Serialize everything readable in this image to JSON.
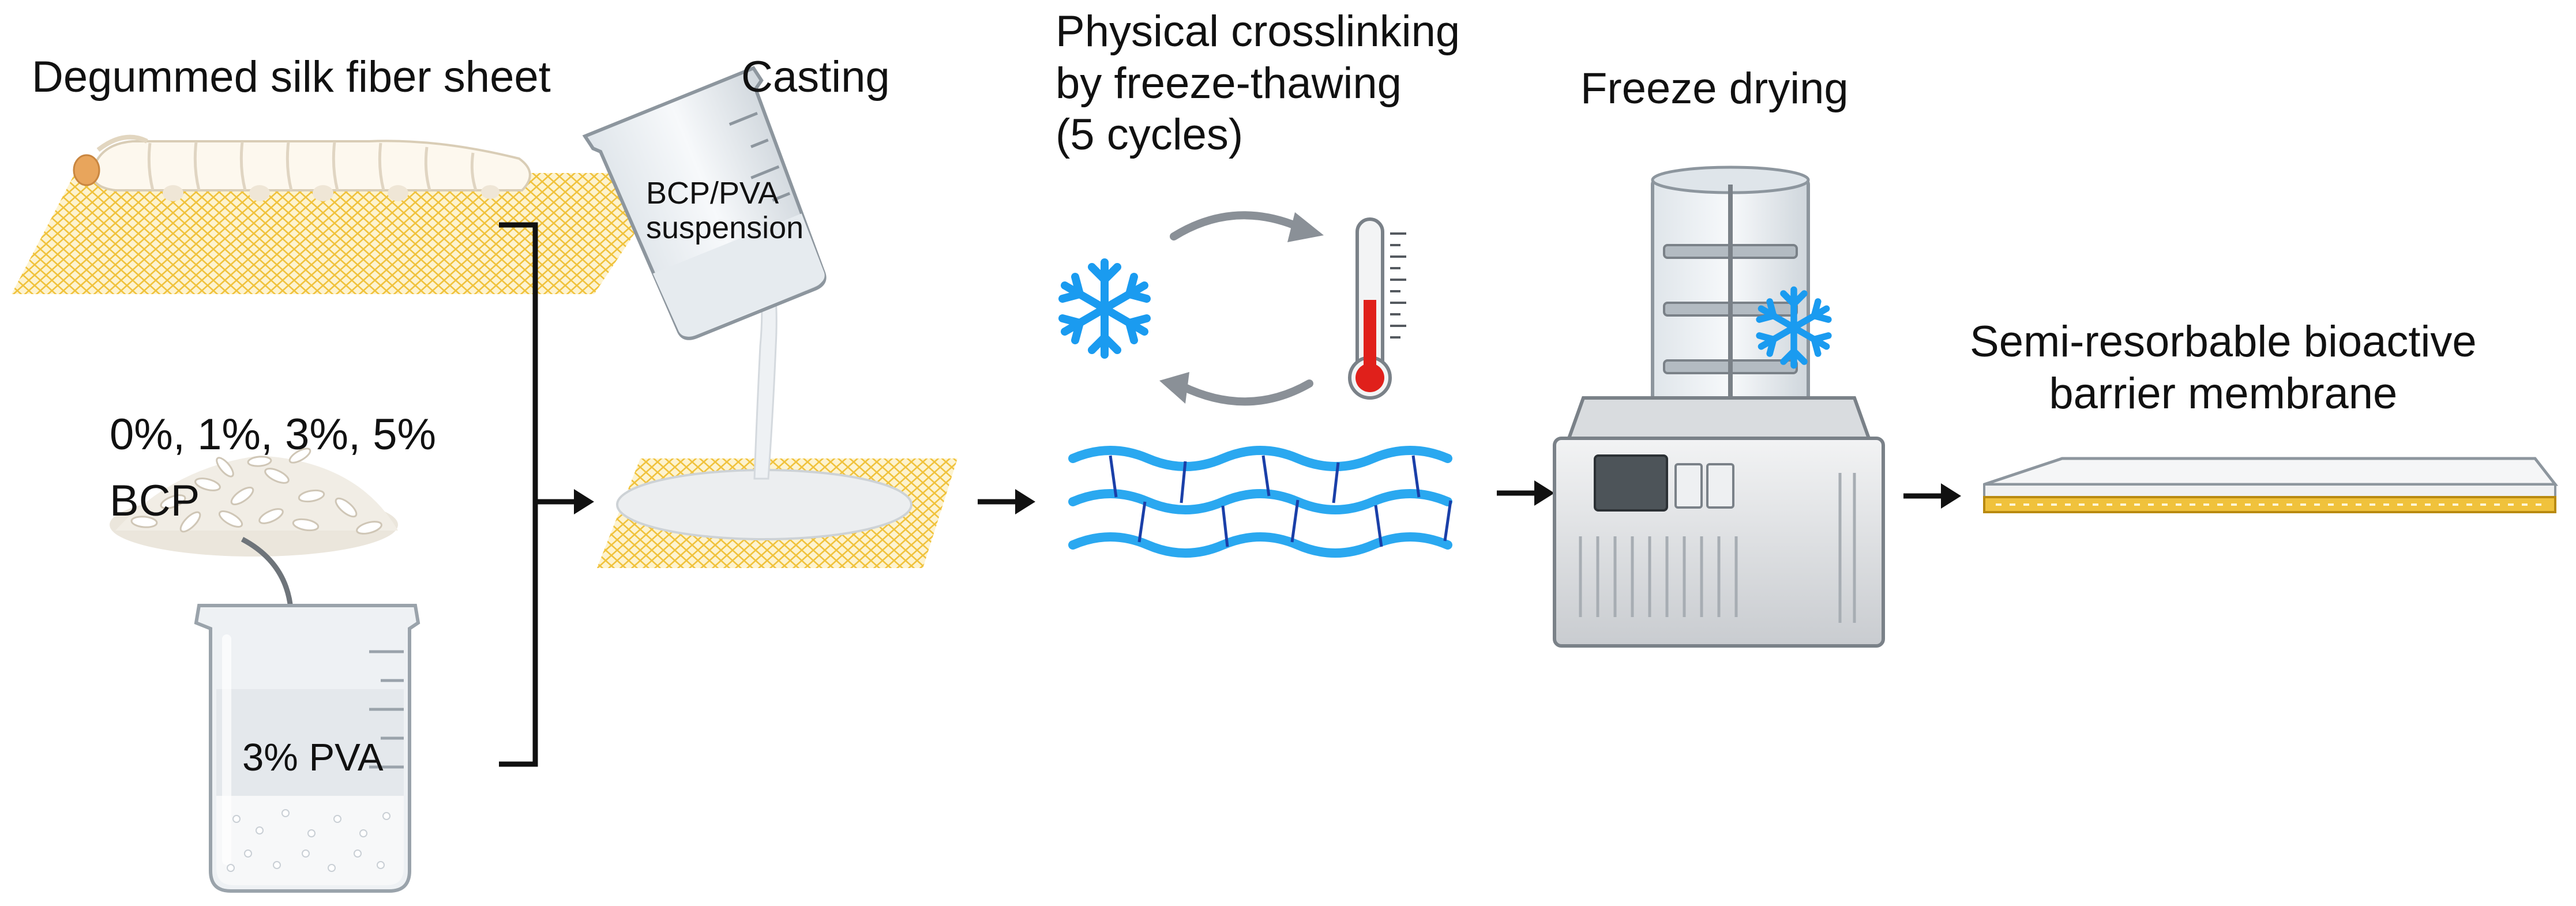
{
  "steps": {
    "silk_sheet": {
      "label": "Degummed silk fiber sheet"
    },
    "bcp_mix": {
      "concentrations": "0%, 1%, 3%, 5%",
      "bcp_label": "BCP",
      "pva_label": "3% PVA"
    },
    "casting": {
      "label": "Casting",
      "suspension_label": "BCP/PVA\nsuspension"
    },
    "crosslinking": {
      "label": "Physical crosslinking\nby freeze-thawing\n(5 cycles)"
    },
    "freeze_drying": {
      "label": "Freeze drying"
    },
    "result": {
      "label": "Semi-resorbable bioactive\nbarrier membrane"
    }
  },
  "colors": {
    "silk_mesh": "#f0c23c",
    "silk_mesh_fill": "#fbe9a8",
    "snowflake": "#1a9bf0",
    "hydrogel_chain": "#2aa8f0",
    "crosslink": "#1a3fa8",
    "thermometer_red": "#e0201b",
    "arrow": "#111111",
    "cycle_arrow": "#8a9097"
  },
  "icons": [
    "silkworm-icon",
    "snowflake-icon",
    "thermometer-icon",
    "beaker-icon",
    "freeze-dryer-icon"
  ]
}
